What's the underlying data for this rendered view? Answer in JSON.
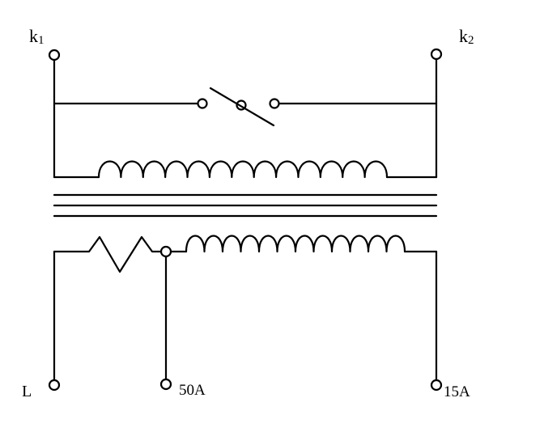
{
  "terminals": {
    "k1": {
      "letter": "k",
      "sub": "1"
    },
    "k2": {
      "letter": "k",
      "sub": "2"
    },
    "L": "L",
    "tap_50A": "50A",
    "tap_15A": "15A"
  },
  "components": {
    "primary_coil_turns": 13,
    "secondary_coil_turns": 12,
    "core_lines": 3,
    "switch_state": "open",
    "resistor_zigzags": 2
  }
}
